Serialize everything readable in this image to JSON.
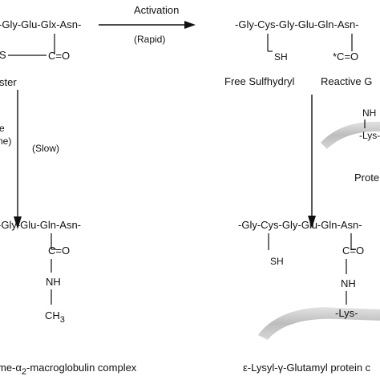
{
  "top_left": {
    "chain": "-Gly-Glu-Glx-Asn-",
    "s_frag": "S",
    "carbonyl": "C=O",
    "label_frag": "ster"
  },
  "activation_arrow": {
    "label": "Activation",
    "rate": "(Rapid)"
  },
  "top_right": {
    "chain": "-Gly-Cys-Gly-Glu-Gln-Asn-",
    "sh": "SH",
    "carbonyl": "*C=O",
    "label_sulfhydryl": "Free Sulfhydryl",
    "label_reactive": "Reactive G"
  },
  "slow_arrow": {
    "frag1": "e",
    "frag2": "ne)",
    "rate": "(Slow)"
  },
  "protein_approach": {
    "nh": "NH",
    "lys": "-Lys-",
    "label_frag": "Prote"
  },
  "bottom_left": {
    "chain": "-Gly-Glu-Gln-Asn-",
    "carbonyl": "C=O",
    "nh": "NH",
    "ch3_base": "CH",
    "ch3_sub": "3",
    "caption_pre": "me-α",
    "caption_sub": "2",
    "caption_post": "-macroglobulin complex"
  },
  "bottom_right": {
    "chain": "-Gly-Cys-Gly-Glu-Gln-Asn-",
    "sh": "SH",
    "carbonyl": "C=O",
    "nh": "NH",
    "lys": "-Lys-",
    "caption": "ε-Lysyl-γ-Glutamyl protein c"
  },
  "colors": {
    "ink": "#111111",
    "protein_band": "#c4c4c4"
  }
}
